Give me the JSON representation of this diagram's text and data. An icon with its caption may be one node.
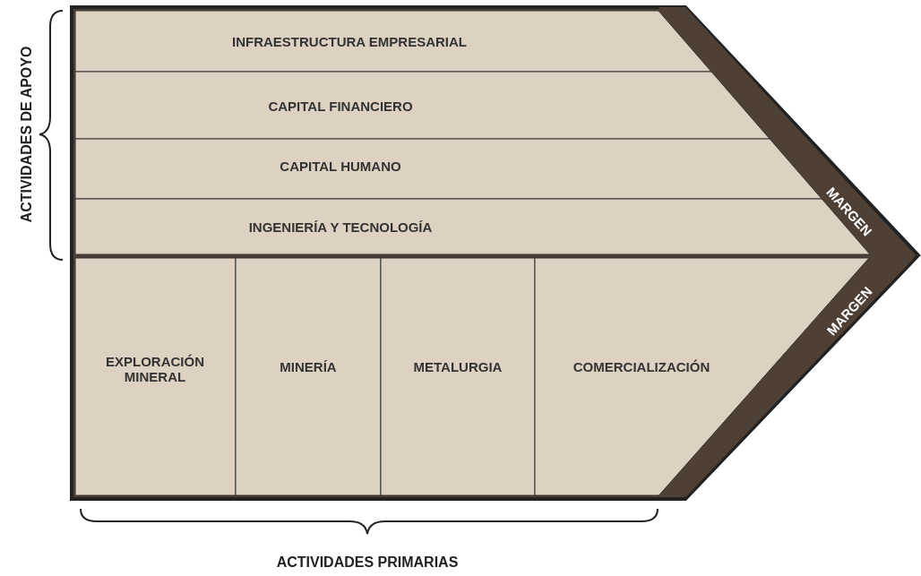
{
  "diagram": {
    "nodes": [
      {
        "text": [
          "INFRAESTRUCTURA EMPRESARIAL"
        ]
      },
      {
        "text": [
          "CAPITAL FINANCIERO"
        ]
      },
      {
        "text": [
          "CAPITAL HUMANO"
        ]
      },
      {
        "text": [
          "INGENIERÍA Y TECNOLOGÍA"
        ]
      },
      {
        "text": [
          "EXPLORACIÓN MINERAL"
        ]
      },
      {
        "text": [
          "MINERÍA"
        ]
      },
      {
        "text": [
          "METALURGIA"
        ]
      },
      {
        "text": [
          "COMERCIALIZACIÓN"
        ]
      },
      {
        "text": [
          "MARGEN"
        ]
      },
      {
        "text": [
          "MARGEN"
        ]
      }
    ],
    "labels": [
      "ACTIVIDADES DE APOYO",
      "ACTIVIDADES PRIMARIAS"
    ]
  }
}
